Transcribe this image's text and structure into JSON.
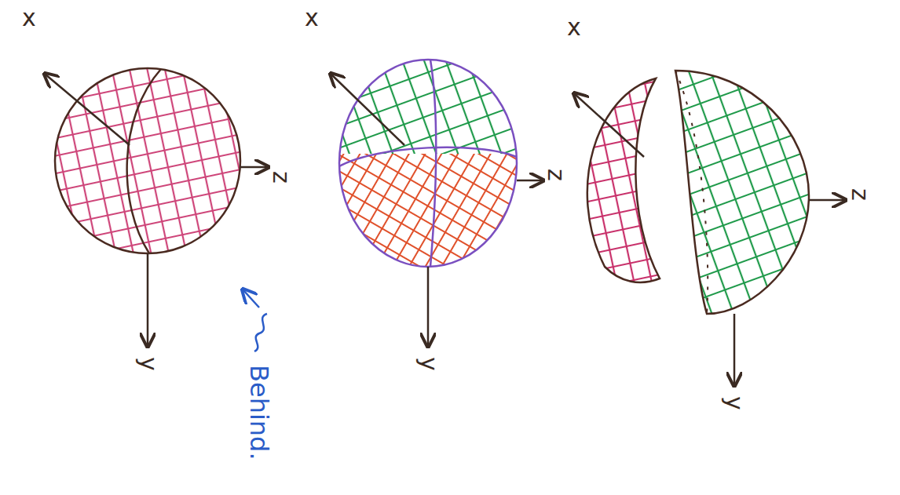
{
  "diagram": {
    "labels": [
      "x",
      "z",
      "y",
      "x",
      "z",
      "y",
      "x",
      "z",
      "y",
      "Behind."
    ]
  }
}
